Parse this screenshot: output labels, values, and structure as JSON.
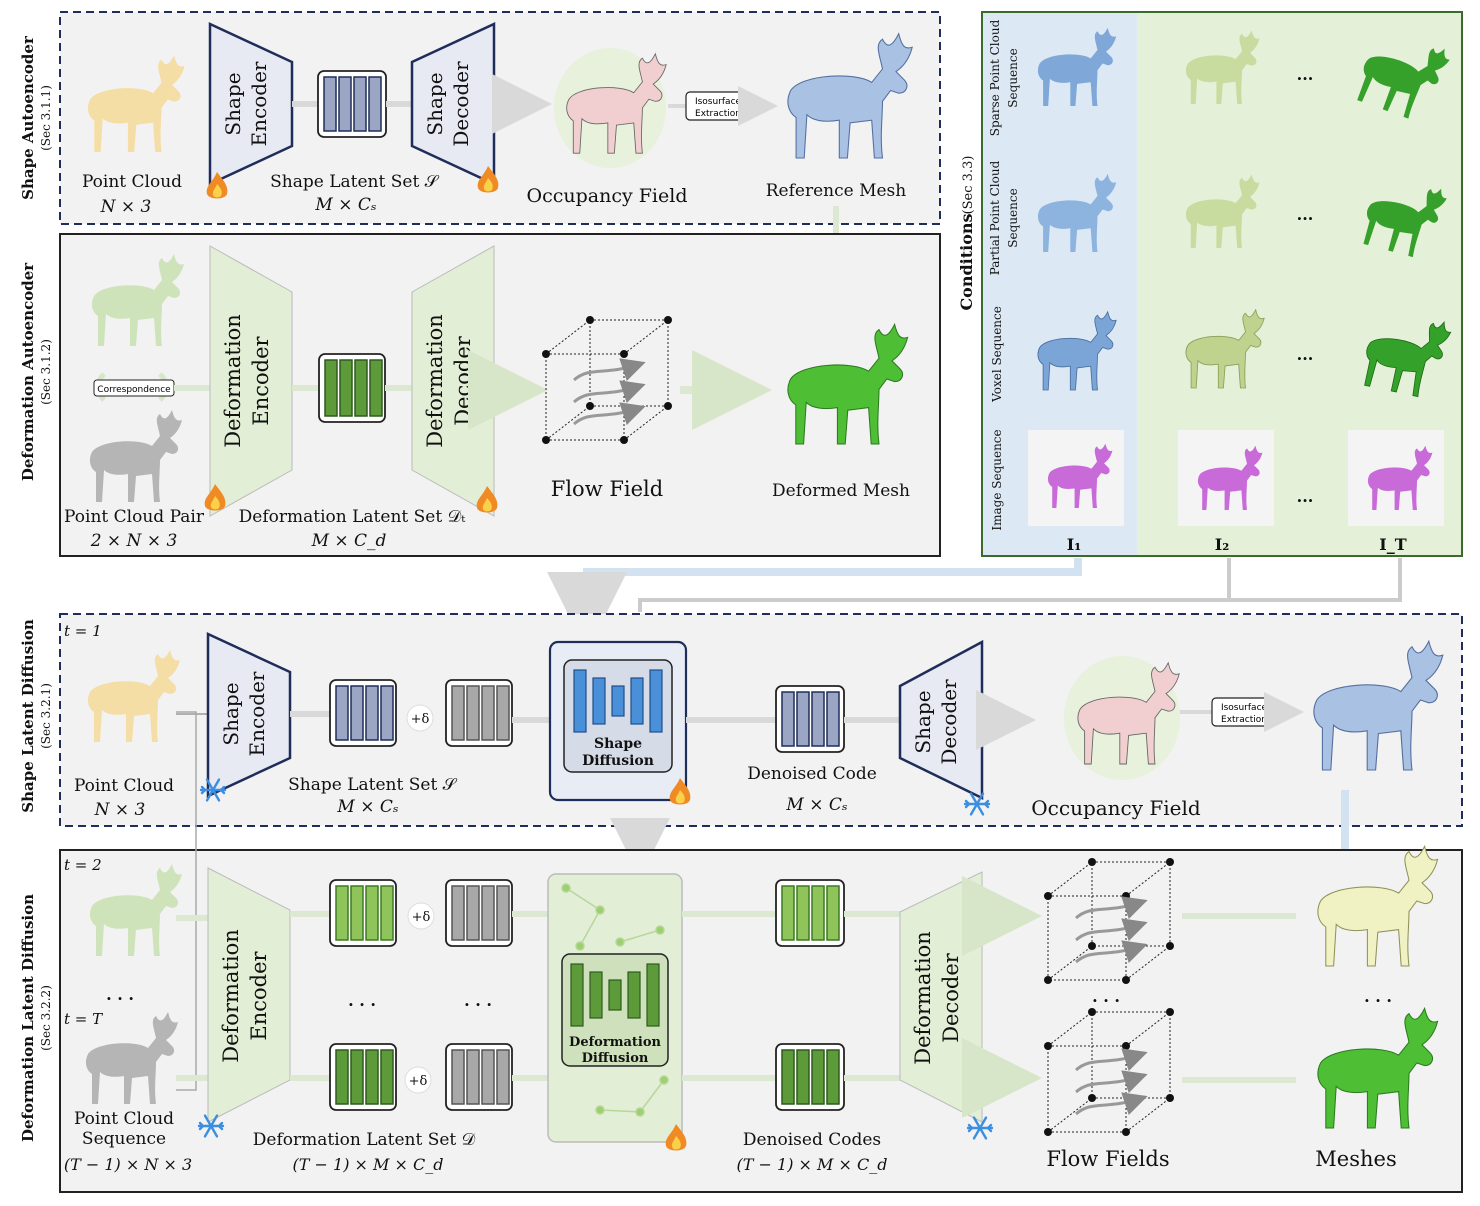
{
  "shape_ae": {
    "section_title": "Shape Autoencoder",
    "section_ref": "(Sec 3.1.1)",
    "point_cloud_label": "Point Cloud",
    "point_cloud_dim": "N × 3",
    "encoder_line1": "Shape",
    "encoder_line2": "Encoder",
    "latent_label": "Shape Latent Set 𝒮",
    "latent_dim": "M × Cₛ",
    "decoder_line1": "Shape",
    "decoder_line2": "Decoder",
    "occupancy_label": "Occupancy Field",
    "isosurface_line1": "Isosurface",
    "isosurface_line2": "Extraction",
    "mesh_label": "Reference Mesh"
  },
  "deform_ae": {
    "section_title": "Deformation Autoencoder",
    "section_ref": "(Sec 3.1.2)",
    "correspondence_label": "Correspondence",
    "point_cloud_label": "Point Cloud Pair",
    "point_cloud_dim": "2 × N × 3",
    "encoder_line1": "Deformation",
    "encoder_line2": "Encoder",
    "latent_label": "Deformation Latent Set 𝒟ₜ",
    "latent_dim": "M × C_d",
    "decoder_line1": "Deformation",
    "decoder_line2": "Decoder",
    "flow_label": "Flow Field",
    "mesh_label": "Deformed Mesh"
  },
  "conditions": {
    "title": "Conditions",
    "ref": "(Sec 3.3)",
    "rows": [
      {
        "line1": "Sparse Point Cloud",
        "line2": "Sequence"
      },
      {
        "line1": "Partial Point Cloud",
        "line2": "Sequence"
      },
      {
        "line1": "Voxel Sequence",
        "line2": ""
      },
      {
        "line1": "Image Sequence",
        "line2": ""
      }
    ],
    "ellipsis": "...",
    "frame_labels": [
      "I₁",
      "I₂",
      "I_T"
    ]
  },
  "shape_ld": {
    "section_title": "Shape Latent Diffusion",
    "section_ref": "(Sec 3.2.1)",
    "time_label": "t = 1",
    "point_cloud_label": "Point Cloud",
    "point_cloud_dim": "N × 3",
    "encoder_line1": "Shape",
    "encoder_line2": "Encoder",
    "noise_label": "+δ",
    "latent_label": "Shape Latent Set 𝒮",
    "latent_dim": "M × Cₛ",
    "diffusion_line1": "Shape",
    "diffusion_line2": "Diffusion",
    "denoised_label": "Denoised Code",
    "denoised_dim": "M × Cₛ",
    "decoder_line1": "Shape",
    "decoder_line2": "Decoder",
    "occupancy_label": "Occupancy Field",
    "isosurface_line1": "Isosurface",
    "isosurface_line2": "Extraction"
  },
  "deform_ld": {
    "section_title": "Deformation Latent Diffusion",
    "section_ref": "(Sec 3.2.2)",
    "time_label_2": "t = 2",
    "time_label_T": "t = T",
    "ellipsis": ". . .",
    "point_cloud_line1": "Point Cloud",
    "point_cloud_line2": "Sequence",
    "point_cloud_dim": "(T − 1) × N × 3",
    "encoder_line1": "Deformation",
    "encoder_line2": "Encoder",
    "noise_label": "+δ",
    "latent_label": "Deformation Latent Set 𝒟",
    "latent_dim": "(T − 1) × M × C_d",
    "diffusion_line1": "Deformation",
    "diffusion_line2": "Diffusion",
    "denoised_label": "Denoised Codes",
    "denoised_dim": "(T − 1) × M × C_d",
    "decoder_line1": "Deformation",
    "decoder_line2": "Decoder",
    "flow_label": "Flow Fields",
    "meshes_label": "Meshes"
  },
  "colors": {
    "navy": "#1f2d5a",
    "shape_latent": "#9aa6c4",
    "deform_latent": "#5c9a3a",
    "light_green": "#8fc45a",
    "noisy_gray": "#a8a8a8",
    "panel_bg": "#f2f2f2",
    "blue_cond": "#dce9f5",
    "green_cond": "#e5f0d8",
    "fire": "#f08a24",
    "snow": "#3b8ee0"
  }
}
